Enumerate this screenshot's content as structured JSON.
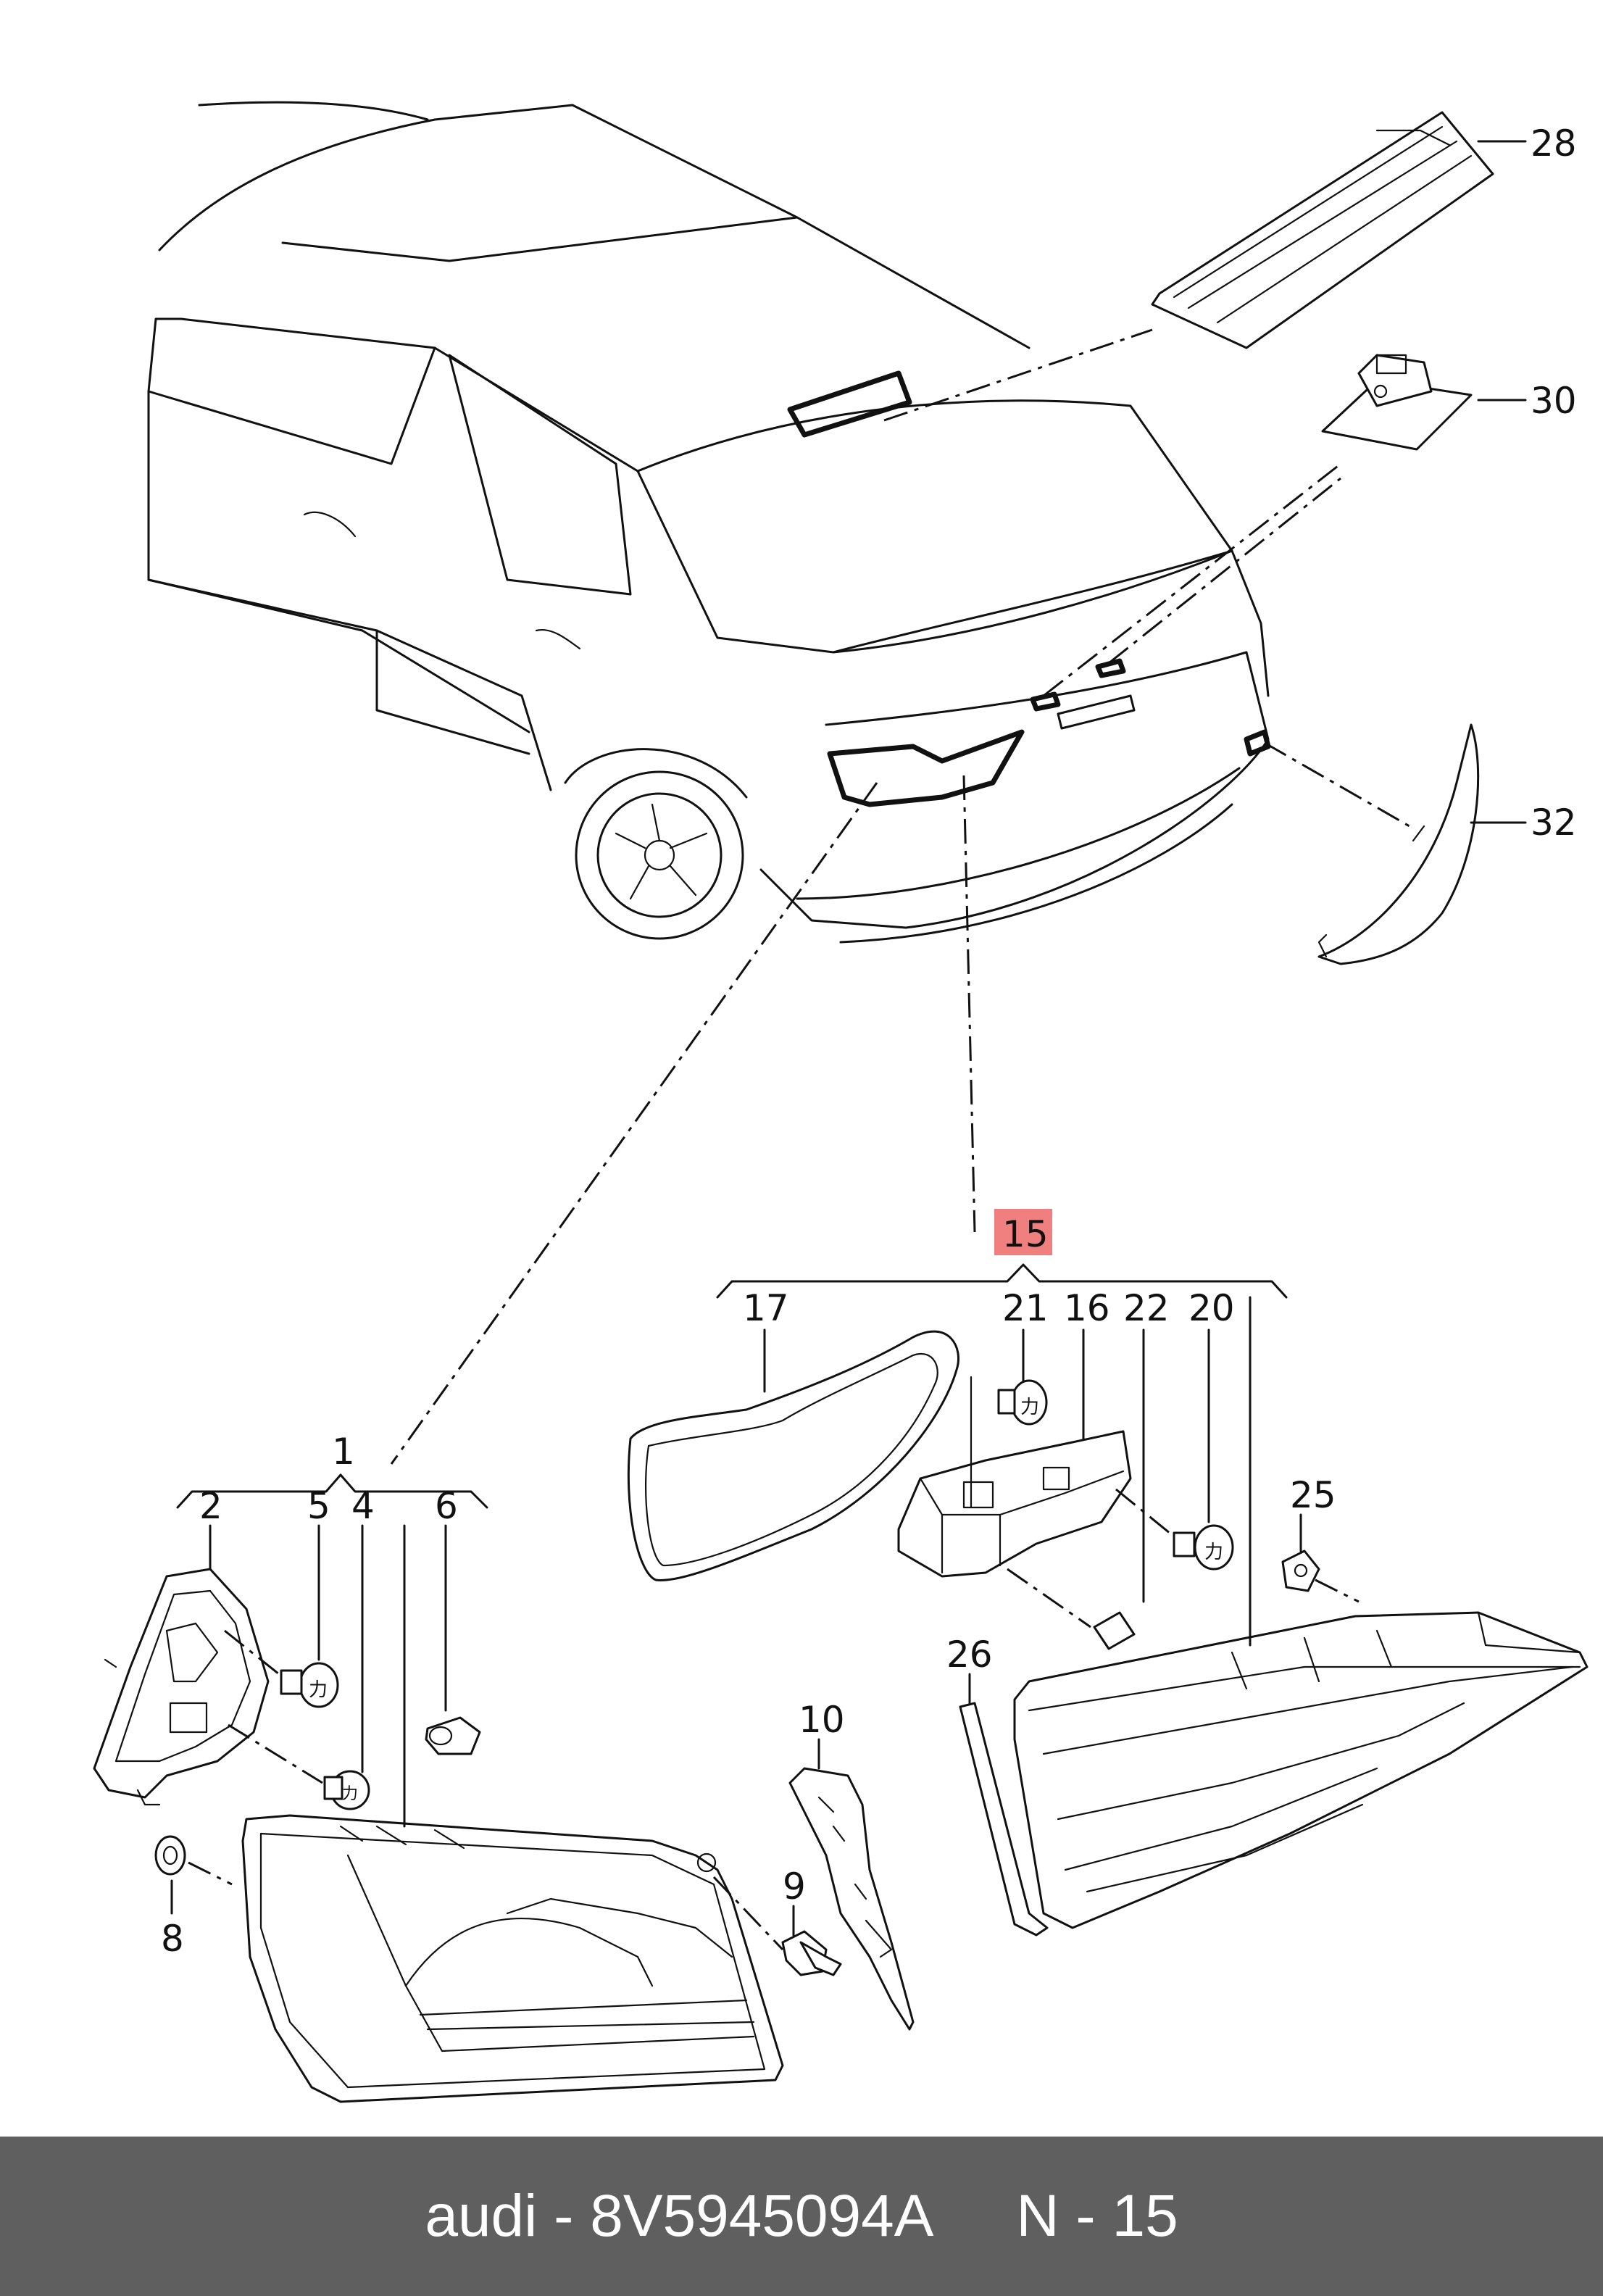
{
  "brand": "audi",
  "part_number": "8V5945094A",
  "page_ref": "N - 15",
  "highlight_color": "#f08080",
  "footer_bg": "#5f5f5f",
  "callouts": [
    "28",
    "30",
    "32",
    "15",
    "17",
    "21",
    "16",
    "22",
    "20",
    "25",
    "1",
    "2",
    "5",
    "4",
    "6",
    "26",
    "10",
    "9",
    "8"
  ],
  "highlighted_callout": "15",
  "bulb_marking": "力"
}
